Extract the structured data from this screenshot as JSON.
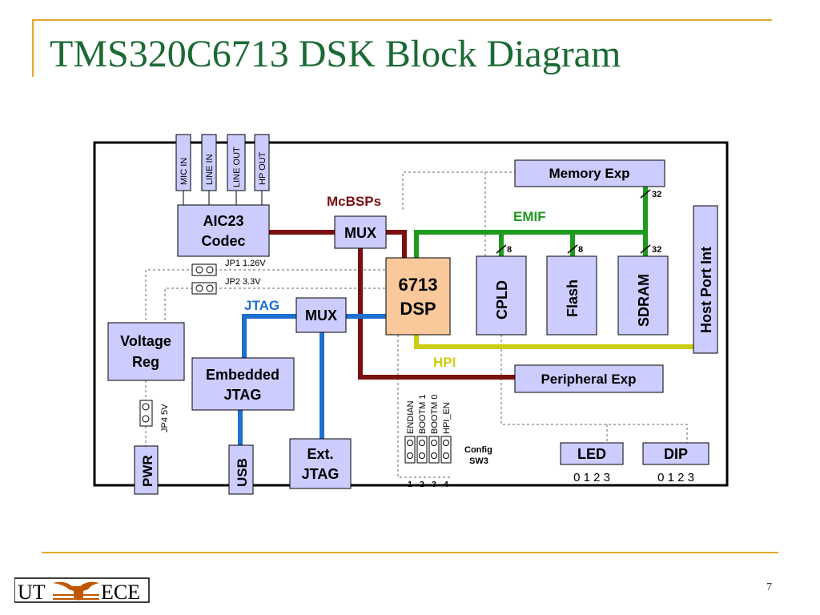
{
  "slide": {
    "title": "TMS320C6713 DSK Block Diagram",
    "page_number": "7"
  },
  "logo": {
    "left_text": "UT",
    "right_text": "ECE"
  },
  "diagram": {
    "audio_jacks": [
      "MIC IN",
      "LINE IN",
      "LINE OUT",
      "HP OUT"
    ],
    "codec": [
      "AIC23",
      "Codec"
    ],
    "mux_top": "MUX",
    "mux_jtag": "MUX",
    "dsp": [
      "6713",
      "DSP"
    ],
    "memory_exp": "Memory Exp",
    "peripheral_exp": "Peripheral Exp",
    "cpld": "CPLD",
    "flash": "Flash",
    "sdram": "SDRAM",
    "host_port": "Host Port Int",
    "voltage_reg": [
      "Voltage",
      "Reg"
    ],
    "embedded_jtag": [
      "Embedded",
      "JTAG"
    ],
    "ext_jtag": [
      "Ext.",
      "JTAG"
    ],
    "pwr": "PWR",
    "usb": "USB",
    "led": "LED",
    "dip": "DIP",
    "led_bits": "0 1 2 3",
    "dip_bits": "0 1 2 3",
    "bus_labels": {
      "mcbsps": "McBSPs",
      "emif": "EMIF",
      "jtag": "JTAG",
      "hpi": "HPI"
    },
    "bus_widths": {
      "mem_exp": "32",
      "cpld": "8",
      "flash": "8",
      "sdram": "32"
    },
    "jumpers": {
      "jp1": "JP1  1.26V",
      "jp2": "JP2  3.3V",
      "jp4": "JP4  5V"
    },
    "config_switch": {
      "label": [
        "Config",
        "SW3"
      ],
      "switches": [
        "ENDIAN",
        "BOOTM 1",
        "BOOTM 0",
        "HPI_EN"
      ],
      "numbers": [
        "1",
        "2",
        "3",
        "4"
      ]
    },
    "colors": {
      "box": "#CCCCFF",
      "dsp": "#F9C89B",
      "mcbsp_bus": "#7B1010",
      "emif_bus": "#1E9A1E",
      "jtag_bus": "#1E6FD0",
      "hpi_bus": "#CCCC10",
      "title": "#1A6A33",
      "accent": "#E3A82E"
    }
  }
}
